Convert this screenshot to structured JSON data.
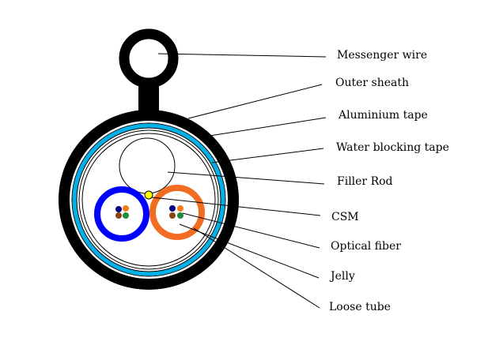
{
  "labels": {
    "messenger_wire": "Messenger wire",
    "outer_sheath": "Outer sheath",
    "aluminium_tape": "Aluminium tape",
    "water_blocking_tape": "Water blocking tape",
    "filler_rod": "Filler Rod",
    "csm": "CSM",
    "optical_fiber": "Optical fiber",
    "jelly": "Jelly",
    "loose_tube": "Loose tube"
  },
  "colors": {
    "sheath": "#000000",
    "aluminium_tape": "#00b0e8",
    "csm": "#ffff00",
    "tube_blue": "#0000ff",
    "tube_orange": "#f26d21",
    "fiber_navy": "#00007f",
    "fiber_orange": "#f07d1a",
    "fiber_brown": "#8b4513",
    "fiber_green": "#1e8a3c"
  },
  "icons": {
    "fiber_colors": [
      "navy",
      "orange",
      "brown",
      "green"
    ]
  }
}
